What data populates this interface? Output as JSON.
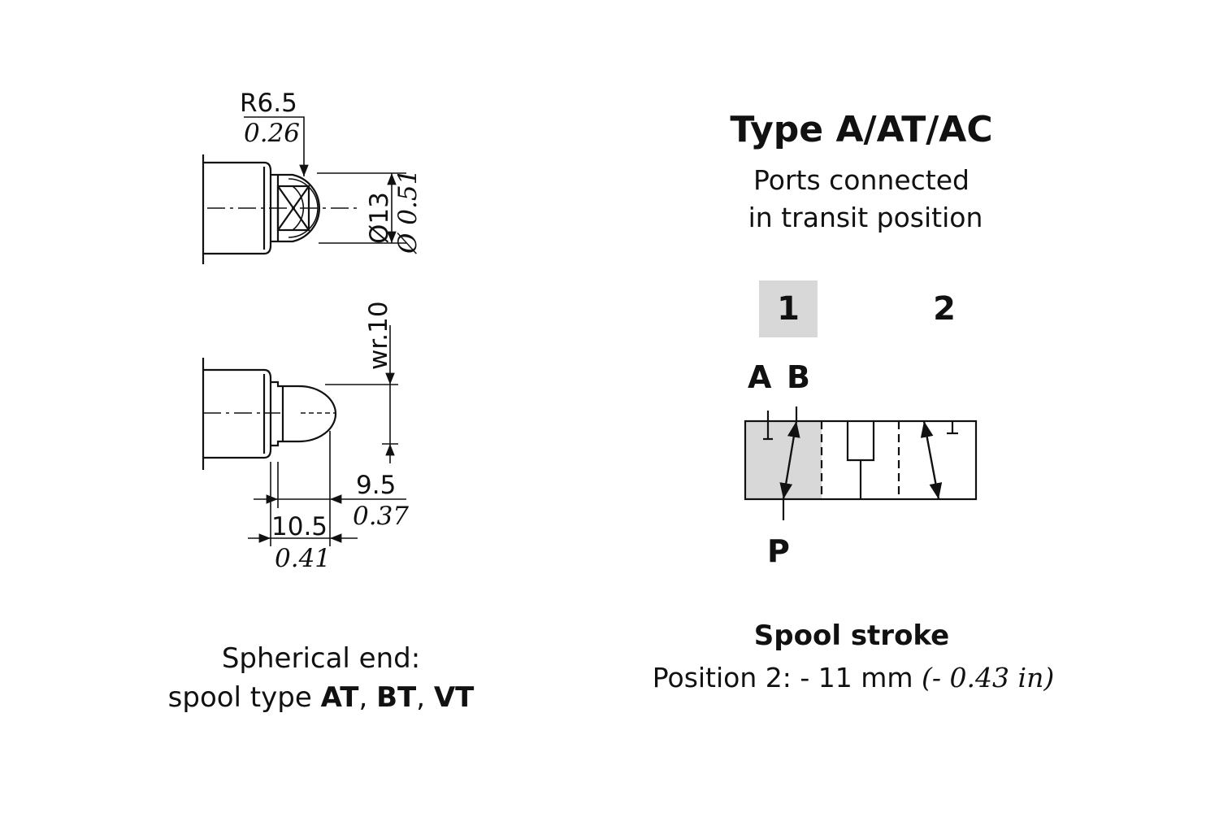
{
  "left_drawing": {
    "radius": {
      "mm": "R6.5",
      "inch": "0.26"
    },
    "diameter": {
      "mm": "Ø13",
      "inch": "Ø 0.51"
    },
    "wrench": {
      "mm": "wr.10"
    },
    "length_a": {
      "mm": "9.5",
      "inch": "0.37"
    },
    "length_b": {
      "mm": "10.5",
      "inch": "0.41"
    },
    "caption": {
      "line1": "Spherical end:",
      "line2_prefix": "spool type ",
      "types": [
        "AT",
        "BT",
        "VT"
      ],
      "sep": ", "
    }
  },
  "right_panel": {
    "title": "Type A/AT/AC",
    "subtitle_line1": "Ports connected",
    "subtitle_line2": "in transit position",
    "positions": [
      "1",
      "2"
    ],
    "ports": {
      "a": "A",
      "b": "B",
      "p": "P"
    },
    "stroke_title": "Spool stroke",
    "stroke_text": "Position 2: - 11 mm ",
    "stroke_inch": "(- 0.43 in)"
  },
  "colors": {
    "line": "#111111",
    "shade": "#d8d8d8"
  }
}
